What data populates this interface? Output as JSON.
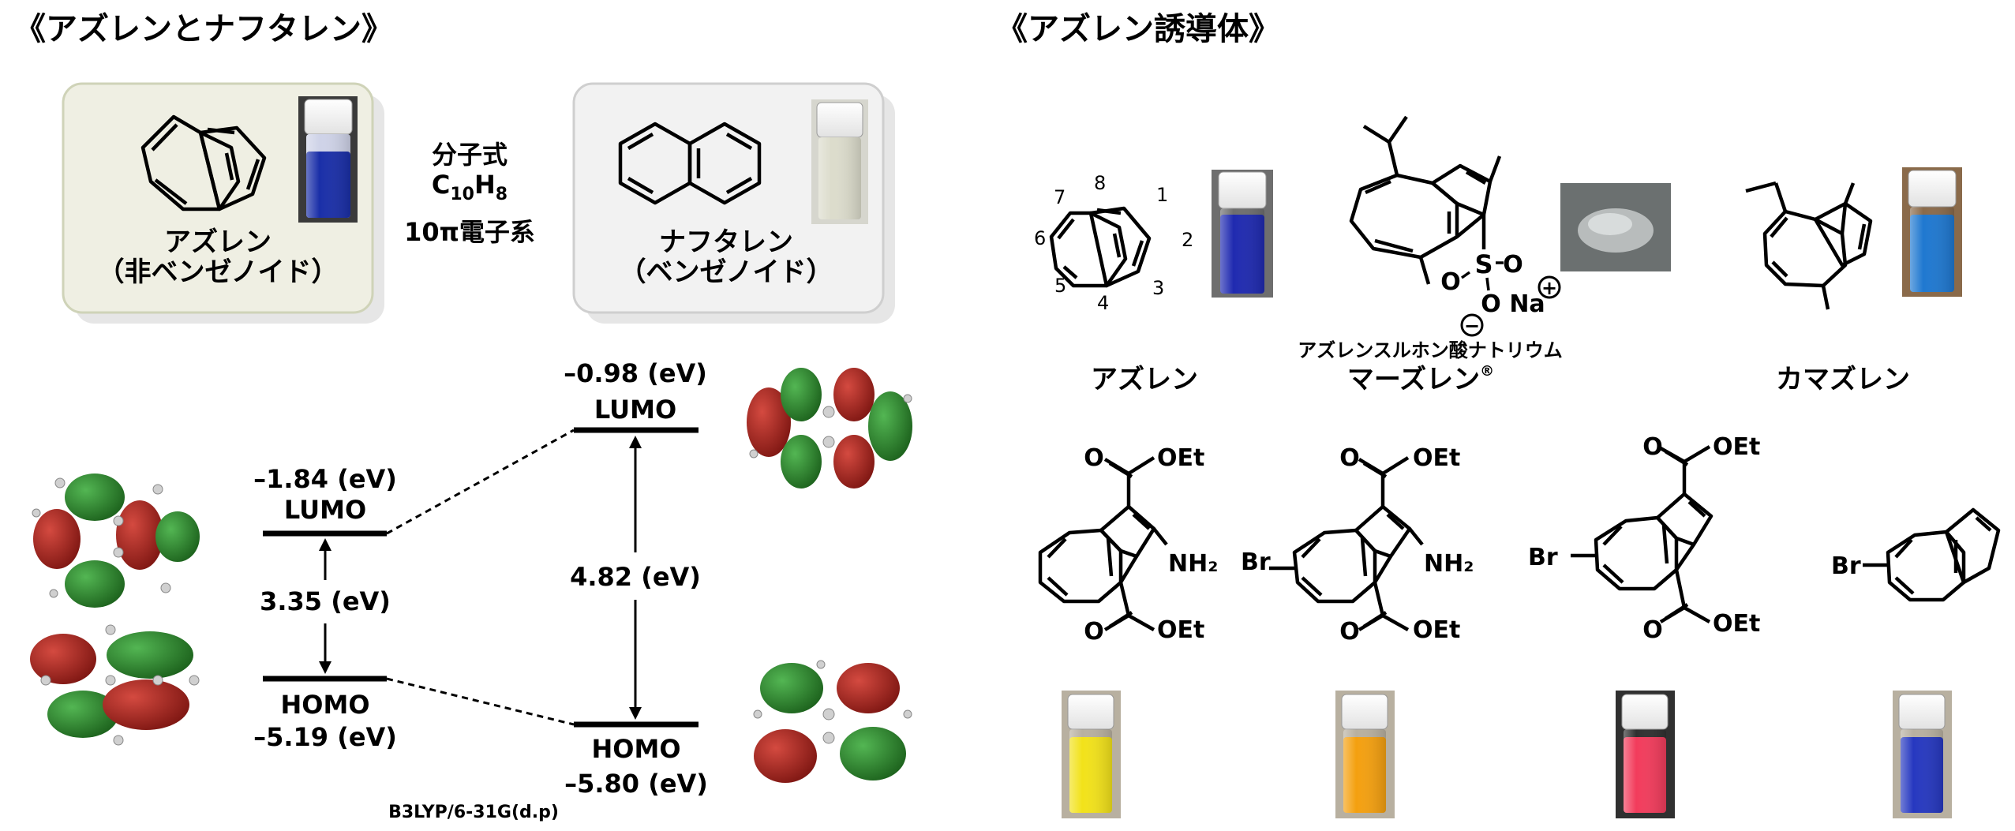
{
  "left": {
    "title": "《アズレンとナフタレン》",
    "formula_label": "分子式",
    "formula": {
      "c": "C",
      "c_sub": "10",
      "h": "H",
      "h_sub": "8"
    },
    "electron_label": "10π電子系",
    "azulene_card": {
      "name": "アズレン",
      "note": "（非ベンゼノイド）",
      "liquid_color": "#1a2fa8"
    },
    "naphthalene_card": {
      "name": "ナフタレン",
      "note": "（ベンゼノイド）",
      "liquid_color": "#dcdccc"
    },
    "azulene_levels": {
      "lumo_energy": "–1.84 (eV)",
      "lumo_label": "LUMO",
      "homo_label": "HOMO",
      "homo_energy": "–5.19 (eV)",
      "gap": "3.35 (eV)"
    },
    "naphthalene_levels": {
      "lumo_energy": "–0.98 (eV)",
      "lumo_label": "LUMO",
      "homo_label": "HOMO",
      "homo_energy": "–5.80 (eV)",
      "gap": "4.82 (eV)"
    },
    "method": "B3LYP/6-31G(d.p)",
    "orbital_colors": {
      "positive": "#b0211c",
      "negative": "#2d8a2d"
    }
  },
  "right": {
    "title": "《アズレン誘導体》",
    "top_row": [
      {
        "name": "アズレン",
        "liquid_color": "#1f2ab0",
        "numbers": [
          "1",
          "2",
          "3",
          "4",
          "5",
          "6",
          "7",
          "8"
        ]
      },
      {
        "name": "マーズレン",
        "mark": "®",
        "sub_name": "アズレンスルホン酸ナトリウム",
        "so3_labels": {
          "o_top": "O",
          "s": "S",
          "o_left": "O",
          "o_bottom": "O",
          "na": "Na",
          "minus": "−",
          "plus": "+"
        }
      },
      {
        "name": "カマズレン",
        "liquid_color": "#1f78d0"
      }
    ],
    "bottom_row": [
      {
        "groups": [
          "OEt",
          "NH₂",
          "OEt"
        ],
        "liquid_color": "#f2e21a"
      },
      {
        "groups": [
          "Br",
          "OEt",
          "NH₂",
          "OEt"
        ],
        "liquid_color": "#f4a010"
      },
      {
        "groups": [
          "Br",
          "OEt",
          "OEt"
        ],
        "liquid_color": "#f23c5c"
      },
      {
        "groups": [
          "Br"
        ],
        "liquid_color": "#2638c0"
      }
    ]
  }
}
